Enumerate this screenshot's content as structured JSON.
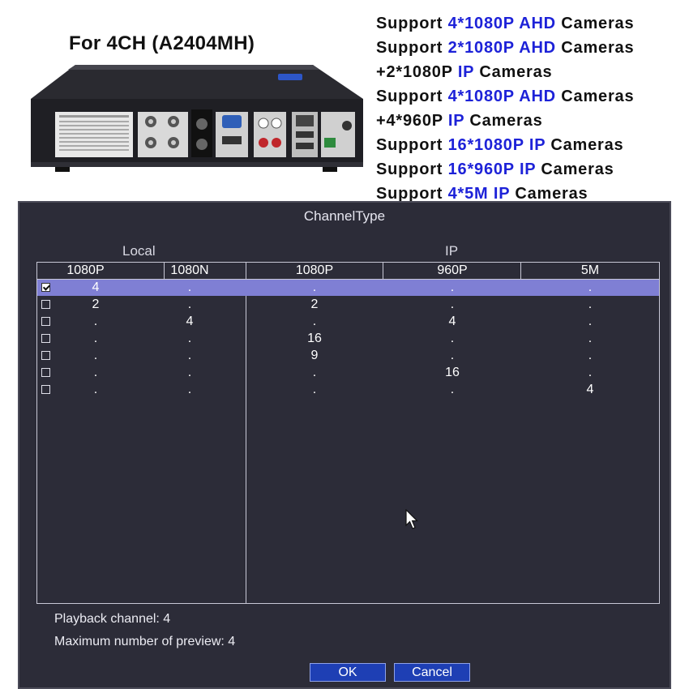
{
  "product": {
    "title": "For 4CH (A2404MH)",
    "support_lines": [
      [
        {
          "t": "Support ",
          "hl": false
        },
        {
          "t": "4*1080P AHD",
          "hl": true
        },
        {
          "t": " Cameras",
          "hl": false
        }
      ],
      [
        {
          "t": "Support ",
          "hl": false
        },
        {
          "t": "2*1080P AHD",
          "hl": true
        },
        {
          "t": " Cameras",
          "hl": false
        }
      ],
      [
        {
          "t": "+2*1080P ",
          "hl": false
        },
        {
          "t": "IP",
          "hl": true
        },
        {
          "t": " Cameras",
          "hl": false
        }
      ],
      [
        {
          "t": "Support ",
          "hl": false
        },
        {
          "t": "4*1080P AHD",
          "hl": true
        },
        {
          "t": " Cameras",
          "hl": false
        }
      ],
      [
        {
          "t": "+4*960P ",
          "hl": false
        },
        {
          "t": "IP",
          "hl": true
        },
        {
          "t": " Cameras",
          "hl": false
        }
      ],
      [
        {
          "t": "Support ",
          "hl": false
        },
        {
          "t": "16*1080P IP",
          "hl": true
        },
        {
          "t": " Cameras",
          "hl": false
        }
      ],
      [
        {
          "t": "Support ",
          "hl": false
        },
        {
          "t": "16*960P IP",
          "hl": true
        },
        {
          "t": " Cameras",
          "hl": false
        }
      ],
      [
        {
          "t": "Support ",
          "hl": false
        },
        {
          "t": "4*5M IP",
          "hl": true
        },
        {
          "t": " Cameras",
          "hl": false
        }
      ]
    ],
    "highlight_color": "#1d22d8"
  },
  "dialog": {
    "title": "ChannelType",
    "group_local": "Local",
    "group_ip": "IP",
    "columns": [
      "1080P",
      "1080N",
      "1080P",
      "960P",
      "5M"
    ],
    "rows": [
      {
        "checked": true,
        "values": [
          "4",
          ".",
          ".",
          ".",
          "."
        ]
      },
      {
        "checked": false,
        "values": [
          "2",
          ".",
          "2",
          ".",
          "."
        ]
      },
      {
        "checked": false,
        "values": [
          ".",
          "4",
          ".",
          "4",
          "."
        ]
      },
      {
        "checked": false,
        "values": [
          ".",
          ".",
          "16",
          ".",
          "."
        ]
      },
      {
        "checked": false,
        "values": [
          ".",
          ".",
          "9",
          ".",
          "."
        ]
      },
      {
        "checked": false,
        "values": [
          ".",
          ".",
          ".",
          "16",
          "."
        ]
      },
      {
        "checked": false,
        "values": [
          ".",
          ".",
          ".",
          ".",
          "4"
        ]
      }
    ],
    "playback": "Playback channel: 4",
    "max_preview": "Maximum number of preview: 4",
    "ok_label": "OK",
    "cancel_label": "Cancel",
    "selected_row_color": "#7f7fd4",
    "button_color": "#1e3fb4"
  }
}
